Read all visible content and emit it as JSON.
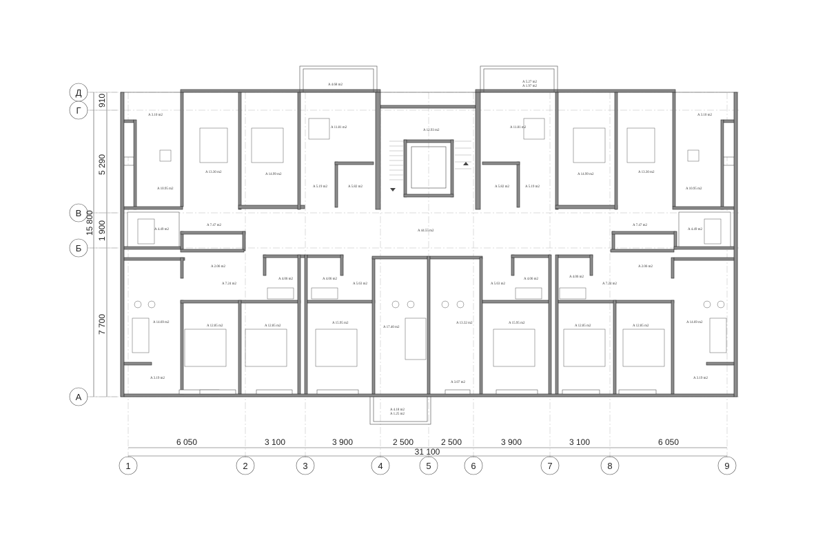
{
  "axes_letters": [
    {
      "id": "D",
      "label": "Д"
    },
    {
      "id": "G",
      "label": "Г"
    },
    {
      "id": "V",
      "label": "В"
    },
    {
      "id": "B",
      "label": "Б"
    },
    {
      "id": "A",
      "label": "А"
    }
  ],
  "axes_numbers": [
    "1",
    "2",
    "3",
    "4",
    "5",
    "6",
    "7",
    "8",
    "9"
  ],
  "bottom_dimensions": [
    "6 050",
    "3 100",
    "3 900",
    "2 500",
    "2 500",
    "3 900",
    "3 100",
    "6 050"
  ],
  "bottom_total": "31 100",
  "left_dimensions": {
    "d_g": "910",
    "g_v": "5 290",
    "v_b": "1 900",
    "b_a": "7 700",
    "total": "15 800"
  },
  "room_areas": {
    "balcony_top_left": "A 4.68 m2",
    "balcony_top_right_1": "A 5.27 m2",
    "balcony_top_right_2": "A 1.97 m2",
    "left_top_loggia": "A 3.10 m2",
    "right_top_loggia": "A 3.10 m2",
    "left_kitchen": "A 10.95 m2",
    "left_bedroom_top": "A 13.30 m2",
    "left_bedroom_mid": "A 14.99 m2",
    "left_kitchen_2": "A 11.81 m2",
    "left_hall_2": "A 5.19 m2",
    "left_bath_2": "A 5.82 m2",
    "stair_hall": "A 12.93 m2",
    "right_kitchen_2": "A 11.81 m2",
    "right_hall_2": "A 5.19 m2",
    "right_bath_2": "A 5.82 m2",
    "right_bedroom_mid": "A 14.99 m2",
    "right_bedroom_top": "A 13.30 m2",
    "right_kitchen": "A 10.95 m2",
    "left_bath_1": "A 4.49 m2",
    "left_hall_1": "A 7.47 m2",
    "corridor": "A 44.55 m2",
    "right_hall_1": "A 7.47 m2",
    "right_bath_1": "A 4.49 m2",
    "lb_wc": "A 2.06 m2",
    "lb_hall": "A 7.24 m2",
    "lb_bath2": "A 4.06 m2",
    "lb_bath3": "A 4.06 m2",
    "lb_hall3": "A 5.63 m2",
    "lb_kitchen": "A 14.69 m2",
    "lb_bed1": "A 12.85 m2",
    "lb_bed2": "A 12.85 m2",
    "lb_bed3": "A 15.95 m2",
    "center_left": "A 17.40 m2",
    "center_right": "A 13.32 m2",
    "rb_hall3": "A 5.63 m2",
    "rb_bath3": "A 4.06 m2",
    "rb_bath2": "A 4.06 m2",
    "rb_hall": "A 7.24 m2",
    "rb_wc": "A 2.06 m2",
    "rb_bed3": "A 15.95 m2",
    "rb_bed2": "A 12.85 m2",
    "rb_bed1": "A 12.85 m2",
    "rb_kitchen": "A 14.69 m2",
    "lb_loggia": "A 3.19 m2",
    "center_loggia": "A 3.07 m2",
    "rb_loggia": "A 3.19 m2",
    "entrance_1": "A 4.18 m2",
    "entrance_2": "A 1.25 m2"
  }
}
